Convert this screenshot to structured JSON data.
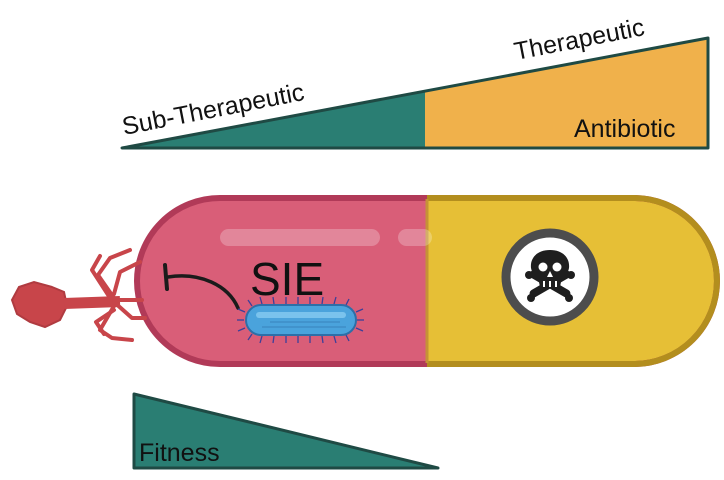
{
  "labels": {
    "sub_therapeutic": "Sub-Therapeutic",
    "therapeutic": "Therapeutic",
    "antibiotic": "Antibiotic",
    "sie": "SIE",
    "fitness": "Fitness"
  },
  "colors": {
    "teal": "#2a7e73",
    "orange": "#f0b14b",
    "capsule_red": "#d95e78",
    "capsule_yellow": "#e6bf36",
    "phage": "#c8454a",
    "bacterium": "#4aa3dc"
  },
  "icons": {
    "phage": "bacteriophage-icon",
    "bacterium": "bacterium-icon",
    "skull": "skull-crossbones-icon",
    "inhibition": "inhibition-arrow-icon"
  }
}
